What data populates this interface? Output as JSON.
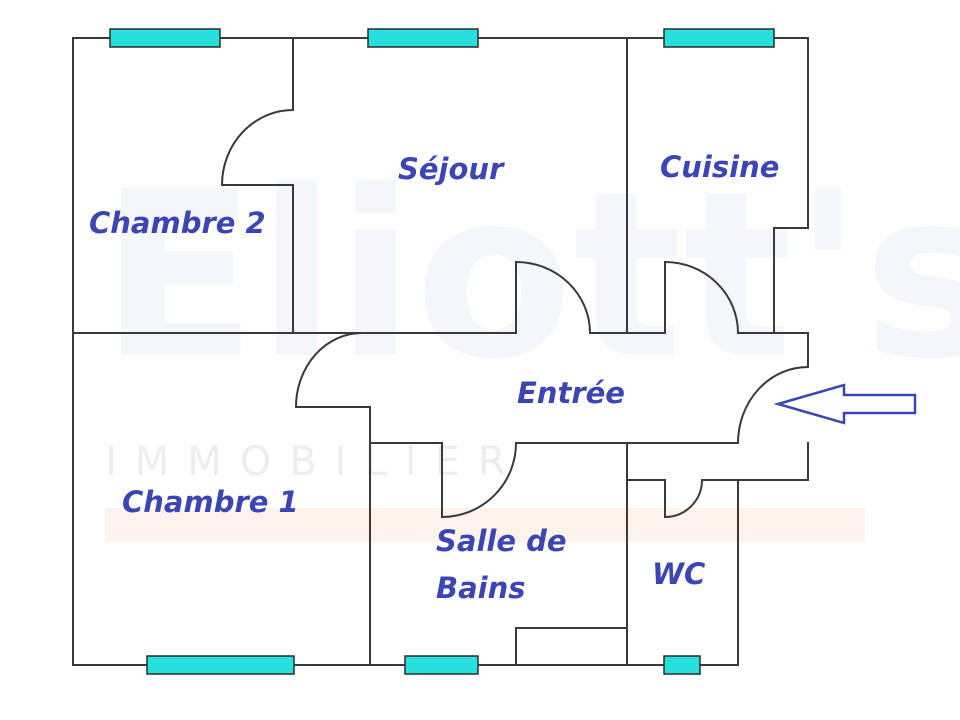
{
  "watermark": {
    "brand": "Eliott's",
    "subtitle": "IMMOBILIER"
  },
  "rooms": {
    "chambre2": "Chambre 2",
    "sejour": "Séjour",
    "cuisine": "Cuisine",
    "entree": "Entrée",
    "chambre1": "Chambre 1",
    "salle_de_bains_line1": "Salle de",
    "salle_de_bains_line2": "Bains",
    "wc": "WC"
  },
  "colors": {
    "label": "#3b46b4",
    "window": "#26e0de",
    "wall": "#3a3a3a",
    "arrow": "#3b46b4"
  }
}
